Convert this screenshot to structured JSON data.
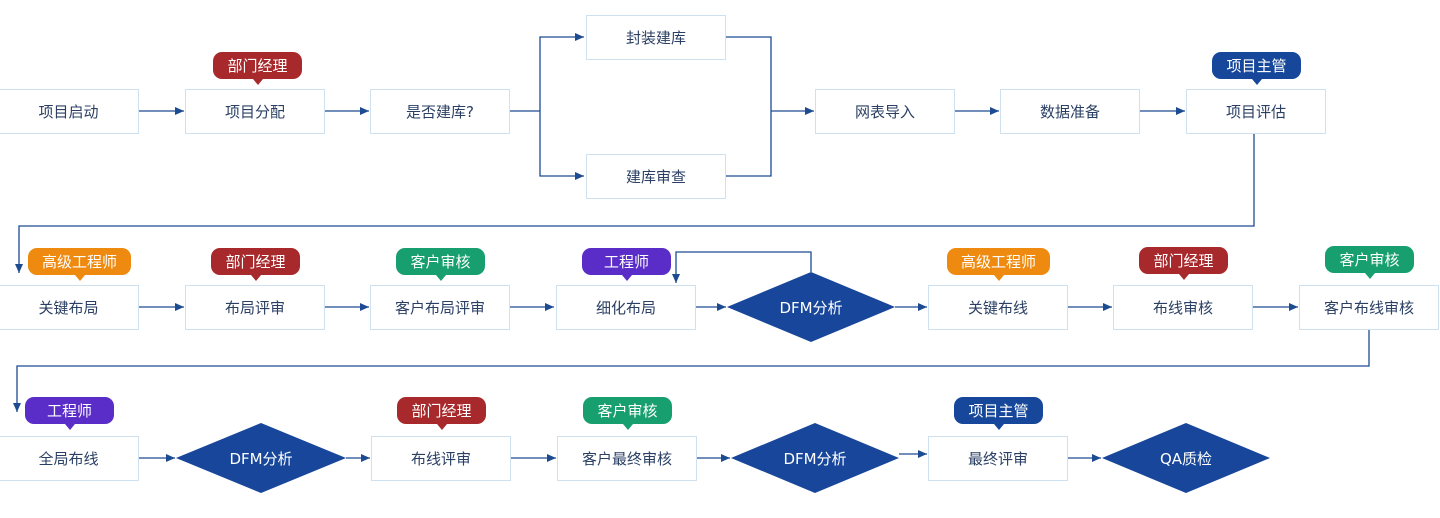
{
  "nodes": {
    "start": "项目启动",
    "assign": "项目分配",
    "need_lib": "是否建库?",
    "pkg_lib": "封装建库",
    "lib_review": "建库审查",
    "netlist": "网表导入",
    "data_prep": "数据准备",
    "proj_eval": "项目评估",
    "key_layout": "关键布局",
    "layout_review": "布局评审",
    "cust_layout_review": "客户布局评审",
    "refine_layout": "细化布局",
    "dfm1": "DFM分析",
    "key_route": "关键布线",
    "route_audit": "布线审核",
    "cust_route_audit": "客户布线审核",
    "global_route": "全局布线",
    "dfm2": "DFM分析",
    "route_review": "布线评审",
    "cust_final": "客户最终审核",
    "dfm3": "DFM分析",
    "final_review": "最终评审",
    "qa": "QA质检"
  },
  "tags": {
    "dept_manager": "部门经理",
    "project_supervisor": "项目主管",
    "senior_engineer": "高级工程师",
    "customer_audit": "客户审核",
    "engineer": "工程师"
  },
  "colors": {
    "line": "#1d4b91",
    "diamond": "#17469a",
    "dept_manager": "#a8292b",
    "project_supervisor": "#16479a",
    "senior_engineer": "#ee8a10",
    "customer_audit": "#179f6f",
    "engineer": "#5a2cc8"
  }
}
